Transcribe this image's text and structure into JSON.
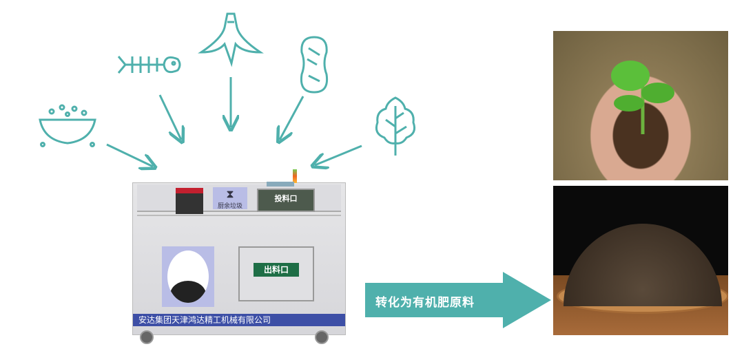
{
  "inputs": {
    "icons": [
      "bowl-icon",
      "fish-bone-icon",
      "banana-peel-icon",
      "peanut-icon",
      "leaf-icon"
    ],
    "color": "#4fb0ac"
  },
  "machine": {
    "panel_logo_text": "厨余垃圾",
    "feed_port_label": "投料口",
    "output_port_label": "出料口",
    "company_band": "安达集团天津鸿达精工机械有限公司"
  },
  "process": {
    "arrow_text": "转化为有机肥原料",
    "arrow_color": "#4fb0ac"
  },
  "results": {
    "photos": [
      "seedling-in-soil-photo",
      "compost-pile-photo"
    ]
  }
}
